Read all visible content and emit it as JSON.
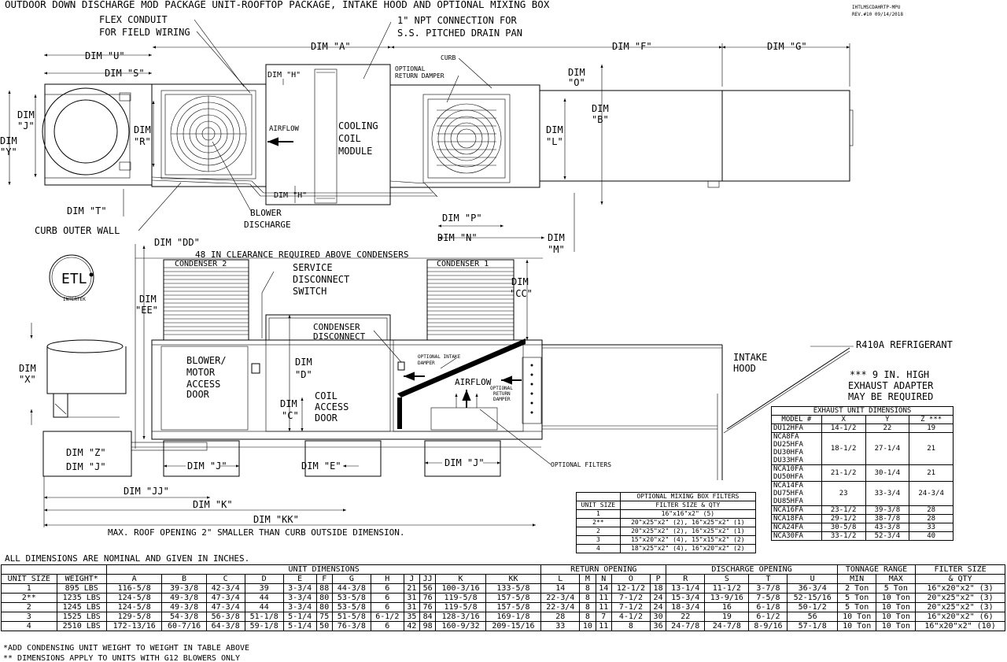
{
  "title": "OUTDOOR DOWN DISCHARGE MOD PACKAGE UNIT-ROOFTOP PACKAGE, INTAKE HOOD AND OPTIONAL MIXING BOX",
  "drawing_id": "IHTLMSCDAHRTP-MPU",
  "revision": "REV.#10  09/14/2018",
  "callouts": {
    "flex_conduit_1": "FLEX CONDUIT",
    "flex_conduit_2": "FOR FIELD WIRING",
    "npt_1": "1\" NPT CONNECTION FOR",
    "npt_2": "S.S. PITCHED DRAIN PAN",
    "curb": "CURB",
    "optional_return_damper_1": "OPTIONAL",
    "optional_return_damper_2": "RETURN DAMPER",
    "airflow": "AIRFLOW",
    "cooling_1": "COOLING",
    "cooling_2": "COIL",
    "cooling_3": "MODULE",
    "blower_discharge_1": "BLOWER",
    "blower_discharge_2": "DISCHARGE",
    "curb_outer_wall": "CURB OUTER WALL",
    "clearance": "48 IN CLEARANCE REQUIRED ABOVE CONDENSERS",
    "condenser_2": "CONDENSER 2",
    "condenser_1": "CONDENSER 1",
    "service_1": "SERVICE",
    "service_2": "DISCONNECT",
    "service_3": "SWITCH",
    "condenser_disc_1": "CONDENSER",
    "condenser_disc_2": "DISCONNECT",
    "blower_access_1": "BLOWER/",
    "blower_access_2": "MOTOR",
    "blower_access_3": "ACCESS",
    "blower_access_4": "DOOR",
    "coil_access_1": "COIL",
    "coil_access_2": "ACCESS",
    "coil_access_3": "DOOR",
    "optional_intake_1": "OPTIONAL INTAKE",
    "optional_intake_2": "DAMPER",
    "optional_return_1": "OPTIONAL",
    "optional_return_2": "RETURN",
    "optional_return_3": "DAMPER",
    "airflow_2": "AIRFLOW",
    "optional_filters": "OPTIONAL FILTERS",
    "refrigerant": "R410A REFRIGERANT",
    "intake_hood_1": "INTAKE",
    "intake_hood_2": "HOOD",
    "exhaust_note_1": "*** 9 IN. HIGH",
    "exhaust_note_2": "EXHAUST ADAPTER",
    "exhaust_note_3": "MAY BE REQUIRED",
    "roof_opening": "MAX. ROOF OPENING 2\" SMALLER THAN CURB OUTSIDE DIMENSION.",
    "nominal": "ALL DIMENSIONS ARE NOMINAL AND GIVEN IN INCHES.",
    "etl_1": "ETL",
    "etl_2": "INTERTEK"
  },
  "dims": {
    "A": "DIM \"A\"",
    "F": "DIM \"F\"",
    "G": "DIM \"G\"",
    "U": "DIM \"U\"",
    "S": "DIM \"S\"",
    "H1": "DIM \"H\"",
    "H2": "DIM \"H\"",
    "O1": "DIM",
    "O2": "\"O\"",
    "B1": "DIM",
    "B2": "\"B\"",
    "J1": "DIM",
    "J2": "\"J\"",
    "Y1": "DIM",
    "Y2": "\"Y\"",
    "R1": "DIM",
    "R2": "\"R\"",
    "L1": "DIM",
    "L2": "\"L\"",
    "T": "DIM \"T\"",
    "P": "DIM \"P\"",
    "N": "DIM \"N\"",
    "M1": "DIM",
    "M2": "\"M\"",
    "DD": "DIM \"DD\"",
    "EE1": "DIM",
    "EE2": "\"EE\"",
    "CC1": "DIM",
    "CC2": "\"CC\"",
    "D1": "DIM",
    "D2": "\"D\"",
    "C1": "DIM",
    "C2": "\"C\"",
    "X1": "DIM",
    "X2": "\"X\"",
    "Z": "DIM \"Z\"",
    "J3": "DIM \"J\"",
    "J4": "DIM \"J\"",
    "E": "DIM \"E\"",
    "J5": "DIM \"J\"",
    "JJ": "DIM \"JJ\"",
    "K": "DIM \"K\"",
    "KK": "DIM \"KK\""
  },
  "main_table": {
    "group_headers": [
      "UNIT DIMENSIONS",
      "RETURN OPENING",
      "DISCHARGE OPENING",
      "TONNAGE RANGE",
      "FILTER SIZE"
    ],
    "columns": [
      "UNIT SIZE",
      "WEIGHT*",
      "A",
      "B",
      "C",
      "D",
      "E",
      "F",
      "G",
      "H",
      "J",
      "JJ",
      "K",
      "KK",
      "L",
      "M",
      "N",
      "O",
      "P",
      "R",
      "S",
      "T",
      "U",
      "MIN",
      "MAX",
      "& QTY"
    ],
    "rows": [
      [
        "1",
        "895 LBS",
        "116-5/8",
        "39-3/8",
        "42-3/4",
        "39",
        "3-3/4",
        "88",
        "44-3/8",
        "6",
        "21",
        "56",
        "100-3/16",
        "133-5/8",
        "14",
        "8",
        "14",
        "12-1/2",
        "18",
        "13-1/4",
        "11-1/2",
        "3-7/8",
        "36-3/4",
        "2 Ton",
        "5 Ton",
        "16\"x20\"x2\" (3)"
      ],
      [
        "2**",
        "1235 LBS",
        "124-5/8",
        "49-3/8",
        "47-3/4",
        "44",
        "3-3/4",
        "80",
        "53-5/8",
        "6",
        "31",
        "76",
        "119-5/8",
        "157-5/8",
        "22-3/4",
        "8",
        "11",
        "7-1/2",
        "24",
        "15-3/4",
        "13-9/16",
        "7-5/8",
        "52-15/16",
        "5 Ton",
        "10 Ton",
        "20\"x25\"x2\" (3)"
      ],
      [
        "2",
        "1245 LBS",
        "124-5/8",
        "49-3/8",
        "47-3/4",
        "44",
        "3-3/4",
        "80",
        "53-5/8",
        "6",
        "31",
        "76",
        "119-5/8",
        "157-5/8",
        "22-3/4",
        "8",
        "11",
        "7-1/2",
        "24",
        "18-3/4",
        "16",
        "6-1/8",
        "50-1/2",
        "5 Ton",
        "10 Ton",
        "20\"x25\"x2\" (3)"
      ],
      [
        "3",
        "1525 LBS",
        "129-5/8",
        "54-3/8",
        "56-3/8",
        "51-1/8",
        "5-1/4",
        "75",
        "51-5/8",
        "6-1/2",
        "35",
        "84",
        "128-3/16",
        "169-1/8",
        "28",
        "8",
        "7",
        "4-1/2",
        "30",
        "22",
        "19",
        "6-1/2",
        "56",
        "10 Ton",
        "10 Ton",
        "16\"x20\"x2\" (6)"
      ],
      [
        "4",
        "2510 LBS",
        "172-13/16",
        "60-7/16",
        "64-3/8",
        "59-1/8",
        "5-1/4",
        "50",
        "76-3/8",
        "6",
        "42",
        "98",
        "160-9/32",
        "209-15/16",
        "33",
        "10",
        "11",
        "8",
        "36",
        "24-7/8",
        "24-7/8",
        "8-9/16",
        "57-1/8",
        "10 Ton",
        "10 Ton",
        "16\"x20\"x2\" (10)"
      ]
    ],
    "footnote_1": "*ADD CONDENSING UNIT WEIGHT TO WEIGHT IN TABLE ABOVE",
    "footnote_2": "** DIMENSIONS APPLY TO UNITS WITH G12 BLOWERS ONLY"
  },
  "mixing_table": {
    "title": "OPTIONAL MIXING BOX FILTERS",
    "headers": [
      "UNIT SIZE",
      "FILTER SIZE & QTY"
    ],
    "rows": [
      [
        "1",
        "16\"x16\"x2\" (5)"
      ],
      [
        "2**",
        "20\"x25\"x2\" (2), 16\"x25\"x2\" (1)"
      ],
      [
        "2",
        "20\"x25\"x2\" (2), 16\"x25\"x2\" (1)"
      ],
      [
        "3",
        "15\"x20\"x2\" (4), 15\"x15\"x2\" (2)"
      ],
      [
        "4",
        "18\"x25\"x2\" (4), 16\"x20\"x2\" (2)"
      ]
    ]
  },
  "exhaust_table": {
    "title": "EXHAUST UNIT DIMENSIONS",
    "headers": [
      "MODEL #",
      "X",
      "Y",
      "Z ***"
    ],
    "rows": [
      {
        "models": [
          "DU12HFA"
        ],
        "x": "14-1/2",
        "y": "22",
        "z": "19"
      },
      {
        "models": [
          "NCA8FA",
          "DU25HFA",
          "DU30HFA",
          "DU33HFA"
        ],
        "x": "18-1/2",
        "y": "27-1/4",
        "z": "21"
      },
      {
        "models": [
          "NCA10FA",
          "DU50HFA"
        ],
        "x": "21-1/2",
        "y": "30-1/4",
        "z": "21"
      },
      {
        "models": [
          "NCA14FA",
          "DU75HFA",
          "DU85HFA"
        ],
        "x": "23",
        "y": "33-3/4",
        "z": "24-3/4"
      },
      {
        "models": [
          "NCA16FA"
        ],
        "x": "23-1/2",
        "y": "39-3/8",
        "z": "28"
      },
      {
        "models": [
          "NCA18FA"
        ],
        "x": "29-1/2",
        "y": "38-7/8",
        "z": "28"
      },
      {
        "models": [
          "NCA24FA"
        ],
        "x": "30-5/8",
        "y": "43-3/8",
        "z": "33"
      },
      {
        "models": [
          "NCA30FA"
        ],
        "x": "33-1/2",
        "y": "52-3/4",
        "z": "40"
      }
    ]
  }
}
